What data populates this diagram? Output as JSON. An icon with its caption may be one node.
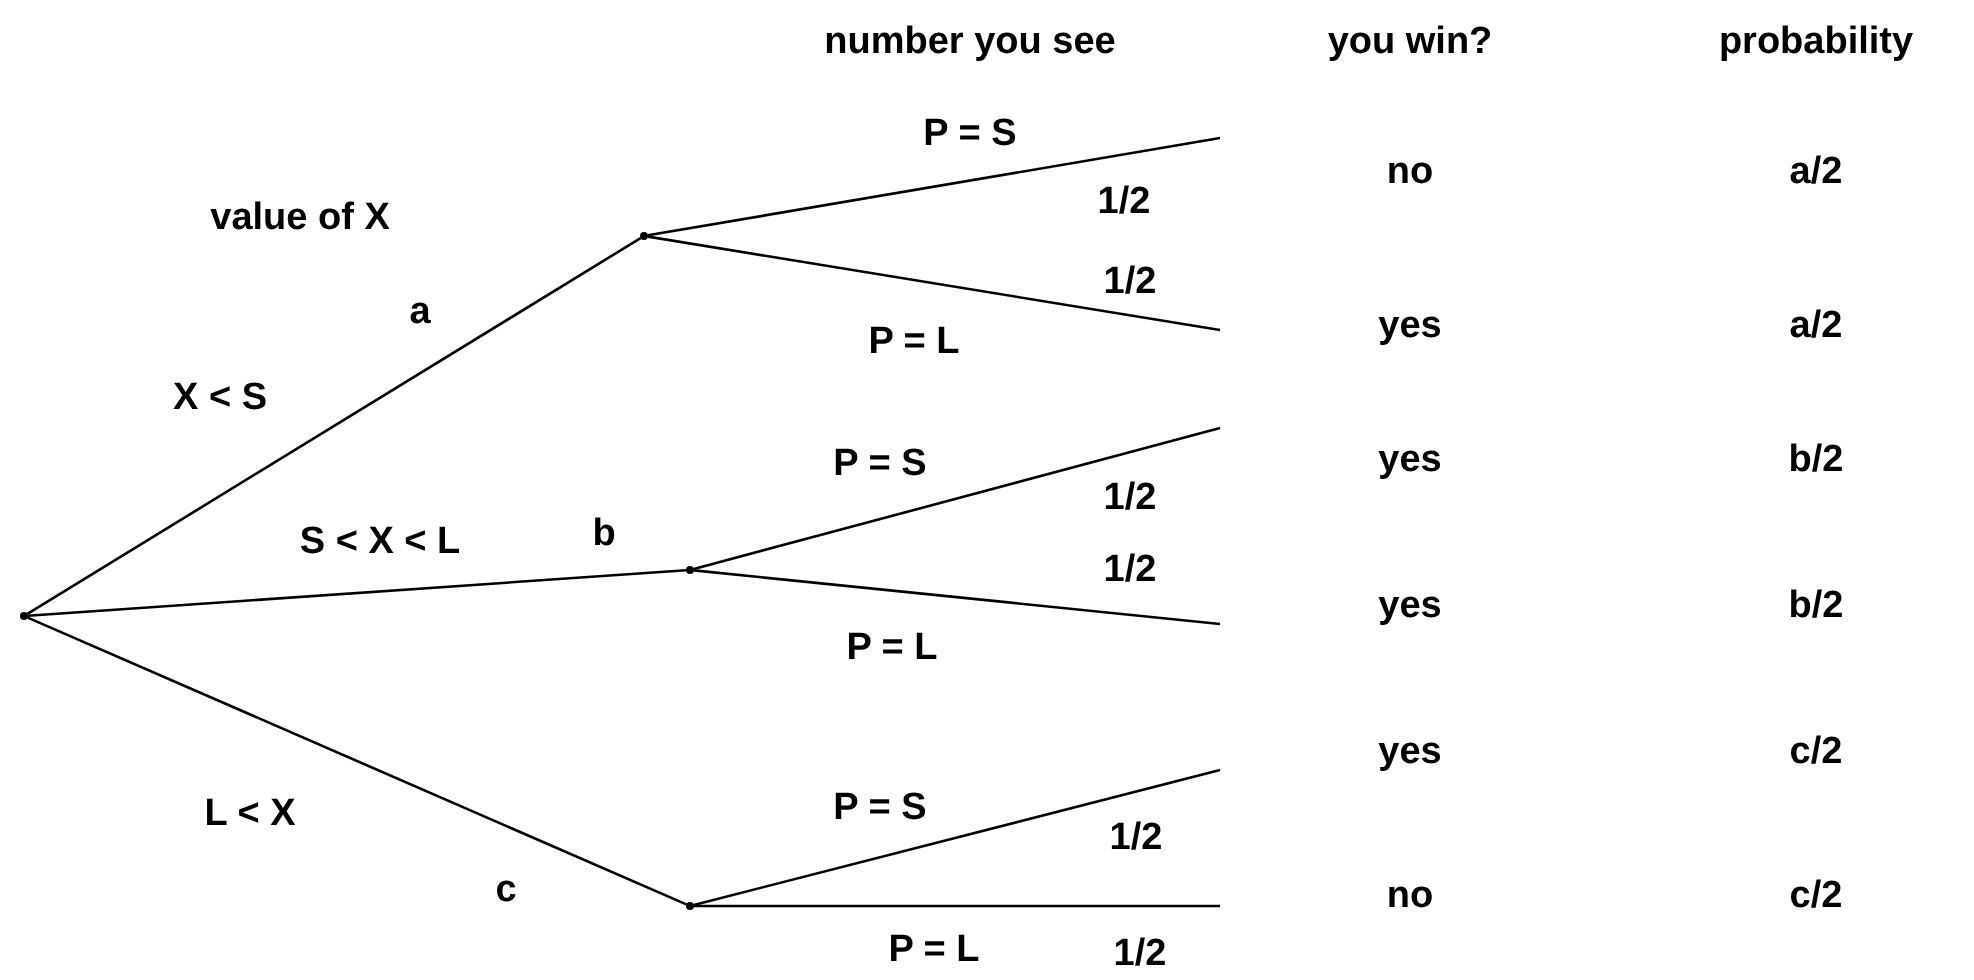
{
  "diagram": {
    "nodes": [
      {
        "text": [],
        "shape": "point"
      },
      {
        "text": [],
        "shape": "point"
      },
      {
        "text": [],
        "shape": "point"
      },
      {
        "text": [],
        "shape": "point"
      }
    ],
    "edges": [
      {
        "from": 0,
        "to": 1,
        "arrow": "none",
        "label": "X < S"
      },
      {
        "from": 0,
        "to": 2,
        "arrow": "none",
        "label": "S < X < L"
      },
      {
        "from": 0,
        "to": 3,
        "arrow": "none",
        "label": "L < X"
      },
      {
        "from": 1,
        "to": null,
        "arrow": "none",
        "label": "P = S"
      },
      {
        "from": 1,
        "to": null,
        "arrow": "none",
        "label": "P = L"
      },
      {
        "from": 2,
        "to": null,
        "arrow": "none",
        "label": "P = S"
      },
      {
        "from": 2,
        "to": null,
        "arrow": "none",
        "label": "P = L"
      },
      {
        "from": 3,
        "to": null,
        "arrow": "none",
        "label": "P = S"
      },
      {
        "from": 3,
        "to": null,
        "arrow": "none",
        "label": "P = L"
      }
    ],
    "labels": [
      "number you see",
      "you win?",
      "probability",
      "value of X",
      "no",
      "a/2",
      "yes",
      "a/2",
      "yes",
      "b/2",
      "yes",
      "b/2",
      "yes",
      "c/2",
      "no",
      "c/2",
      "a",
      "b",
      "c",
      "1/2",
      "1/2",
      "1/2",
      "1/2",
      "1/2",
      "1/2"
    ]
  }
}
